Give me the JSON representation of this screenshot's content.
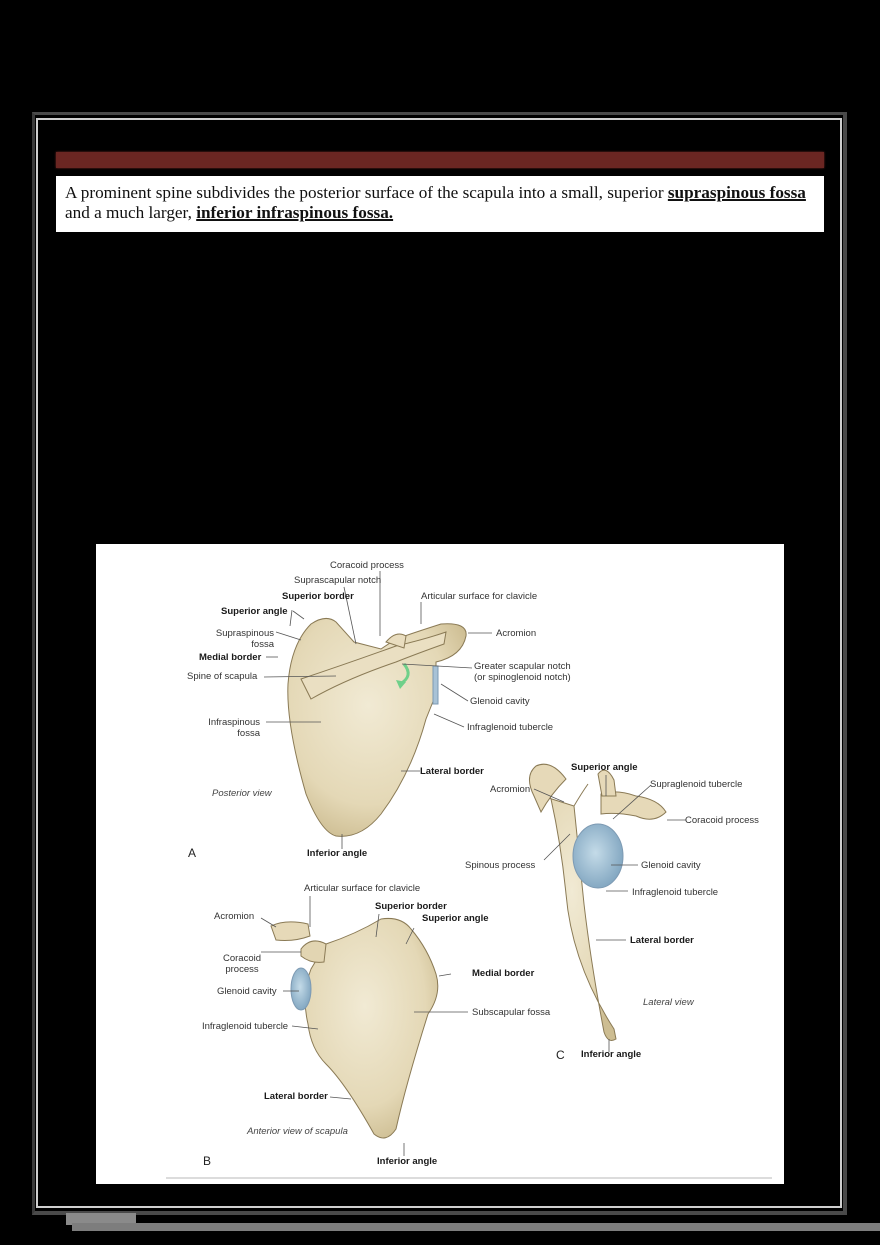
{
  "document": {
    "title_bar_color": "#6b2622",
    "paragraph": {
      "part1": "A prominent spine subdivides the posterior surface of the scapula into a small, superior ",
      "term1": "supraspinous fossa",
      "part2": " and a much larger, ",
      "term2": "inferior infraspinous fossa."
    }
  },
  "figure": {
    "panel_a": {
      "letter": "A",
      "view_caption": "Posterior view",
      "labels": {
        "coracoid_process": "Coracoid process",
        "suprascapular_notch": "Suprascapular notch",
        "superior_border": "Superior border",
        "articular_surface": "Articular surface for clavicle",
        "superior_angle": "Superior angle",
        "supraspinous_fossa_1": "Supraspinous",
        "supraspinous_fossa_2": "fossa",
        "acromion": "Acromion",
        "medial_border": "Medial border",
        "greater_notch_1": "Greater scapular notch",
        "greater_notch_2": "(or spinoglenoid notch)",
        "spine_of_scapula": "Spine of scapula",
        "glenoid_cavity": "Glenoid cavity",
        "infraspinous_fossa_1": "Infraspinous",
        "infraspinous_fossa_2": "fossa",
        "infraglenoid_tubercle": "Infraglenoid tubercle",
        "lateral_border": "Lateral border",
        "inferior_angle": "Inferior angle"
      }
    },
    "panel_b": {
      "letter": "B",
      "view_caption": "Anterior view of scapula",
      "labels": {
        "articular_surface": "Articular surface for clavicle",
        "superior_border": "Superior border",
        "acromion": "Acromion",
        "superior_angle": "Superior angle",
        "coracoid_process_1": "Coracoid",
        "coracoid_process_2": "process",
        "medial_border": "Medial border",
        "glenoid_cavity": "Glenoid cavity",
        "subscapular_fossa": "Subscapular fossa",
        "infraglenoid_tubercle": "Infraglenoid tubercle",
        "lateral_border": "Lateral border",
        "inferior_angle": "Inferior angle"
      }
    },
    "panel_c": {
      "letter": "C",
      "view_caption": "Lateral view",
      "labels": {
        "superior_angle": "Superior angle",
        "supraglenoid_tubercle": "Supraglenoid tubercle",
        "acromion": "Acromion",
        "coracoid_process": "Coracoid process",
        "spinous_process": "Spinous process",
        "glenoid_cavity": "Glenoid cavity",
        "infraglenoid_tubercle": "Infraglenoid tubercle",
        "lateral_border": "Lateral border",
        "inferior_angle": "Inferior angle"
      }
    },
    "colors": {
      "bone": "#e6dcc0",
      "bone_edge": "#8a7a55",
      "glenoid": "#9cbdd3",
      "arrow": "#6fd08a"
    }
  }
}
